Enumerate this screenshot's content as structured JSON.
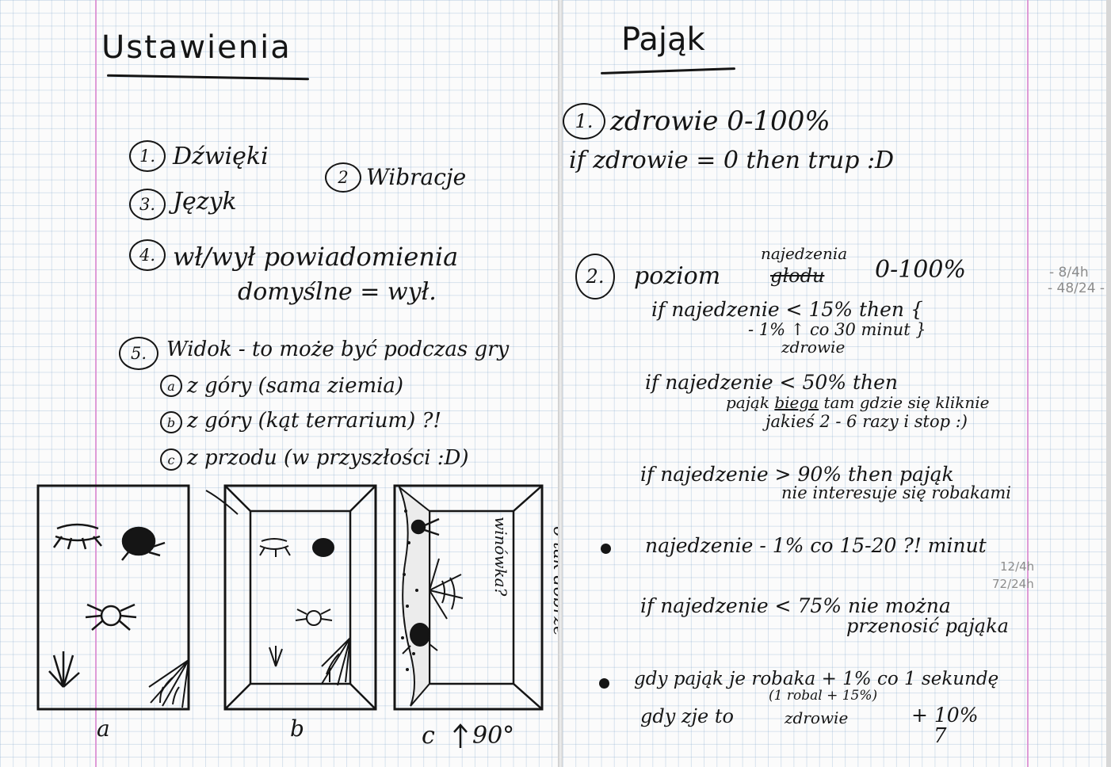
{
  "left": {
    "title": "Ustawienia",
    "items": {
      "n1": "1.",
      "t1": "Dźwięki",
      "n2": "2",
      "t2": "Wibracje",
      "n3": "3.",
      "t3": "Język",
      "n4": "4.",
      "t4": "wł/wył powiadomienia",
      "t4_sub": "domyślne = wył.",
      "n5": "5.",
      "t5": "Widok - to może być podczas gry",
      "a_label": "a",
      "a": "z góry (sama ziemia)",
      "b_label": "b",
      "b": "z góry (kąt terrarium) ?!",
      "c_label": "c",
      "c": "z przodu (w przyszłości :D)"
    },
    "sketches": {
      "a": "a",
      "b": "b",
      "c": "c",
      "c_rotation": "90°",
      "c_side_text": "winówka?",
      "c_side_text2": "o tak dobrze"
    }
  },
  "right": {
    "title": "Pająk",
    "s1": {
      "num": "1.",
      "line1": "zdrowie 0-100%",
      "line2": "if zdrowie = 0 then trup :D"
    },
    "s2": {
      "num": "2.",
      "word": "poziom",
      "corrected": "najedzenia",
      "struck": "głodu",
      "range": "0-100%",
      "rule1": "if najedzenie < 15% then {",
      "rule1_b": "- 1% ↑ co 30 minut }",
      "rule1_c": "zdrowie",
      "rule2": "if najedzenie < 50% then",
      "rule2_b_pre": "pająk ",
      "rule2_b_ul": "biega",
      "rule2_b_post": " tam gdzie się kliknie",
      "rule2_c": "jakieś 2 - 6 razy i stop :)",
      "rule3": "if najedzenie > 90% then pająk",
      "rule3_b": "nie interesuje się robakami"
    },
    "bullets": {
      "b1": "najedzenie - 1% co 15-20 ?! minut",
      "rule4": "if najedzenie < 75% nie można",
      "rule4_b": "przenosić pająka",
      "b2": "gdy pająk je robaka + 1% co 1 sekundę",
      "b2_note": "(1 robal + 15%)",
      "b3_pre": "gdy zje to",
      "b3_zdrowie": "zdrowie",
      "b3_val": "+ 10%",
      "b3_fix": "7"
    },
    "pencil": {
      "p1": "- 8/4h",
      "p2": "- 48/24 -",
      "p3": "12/4h",
      "p4": "72/24h"
    }
  }
}
